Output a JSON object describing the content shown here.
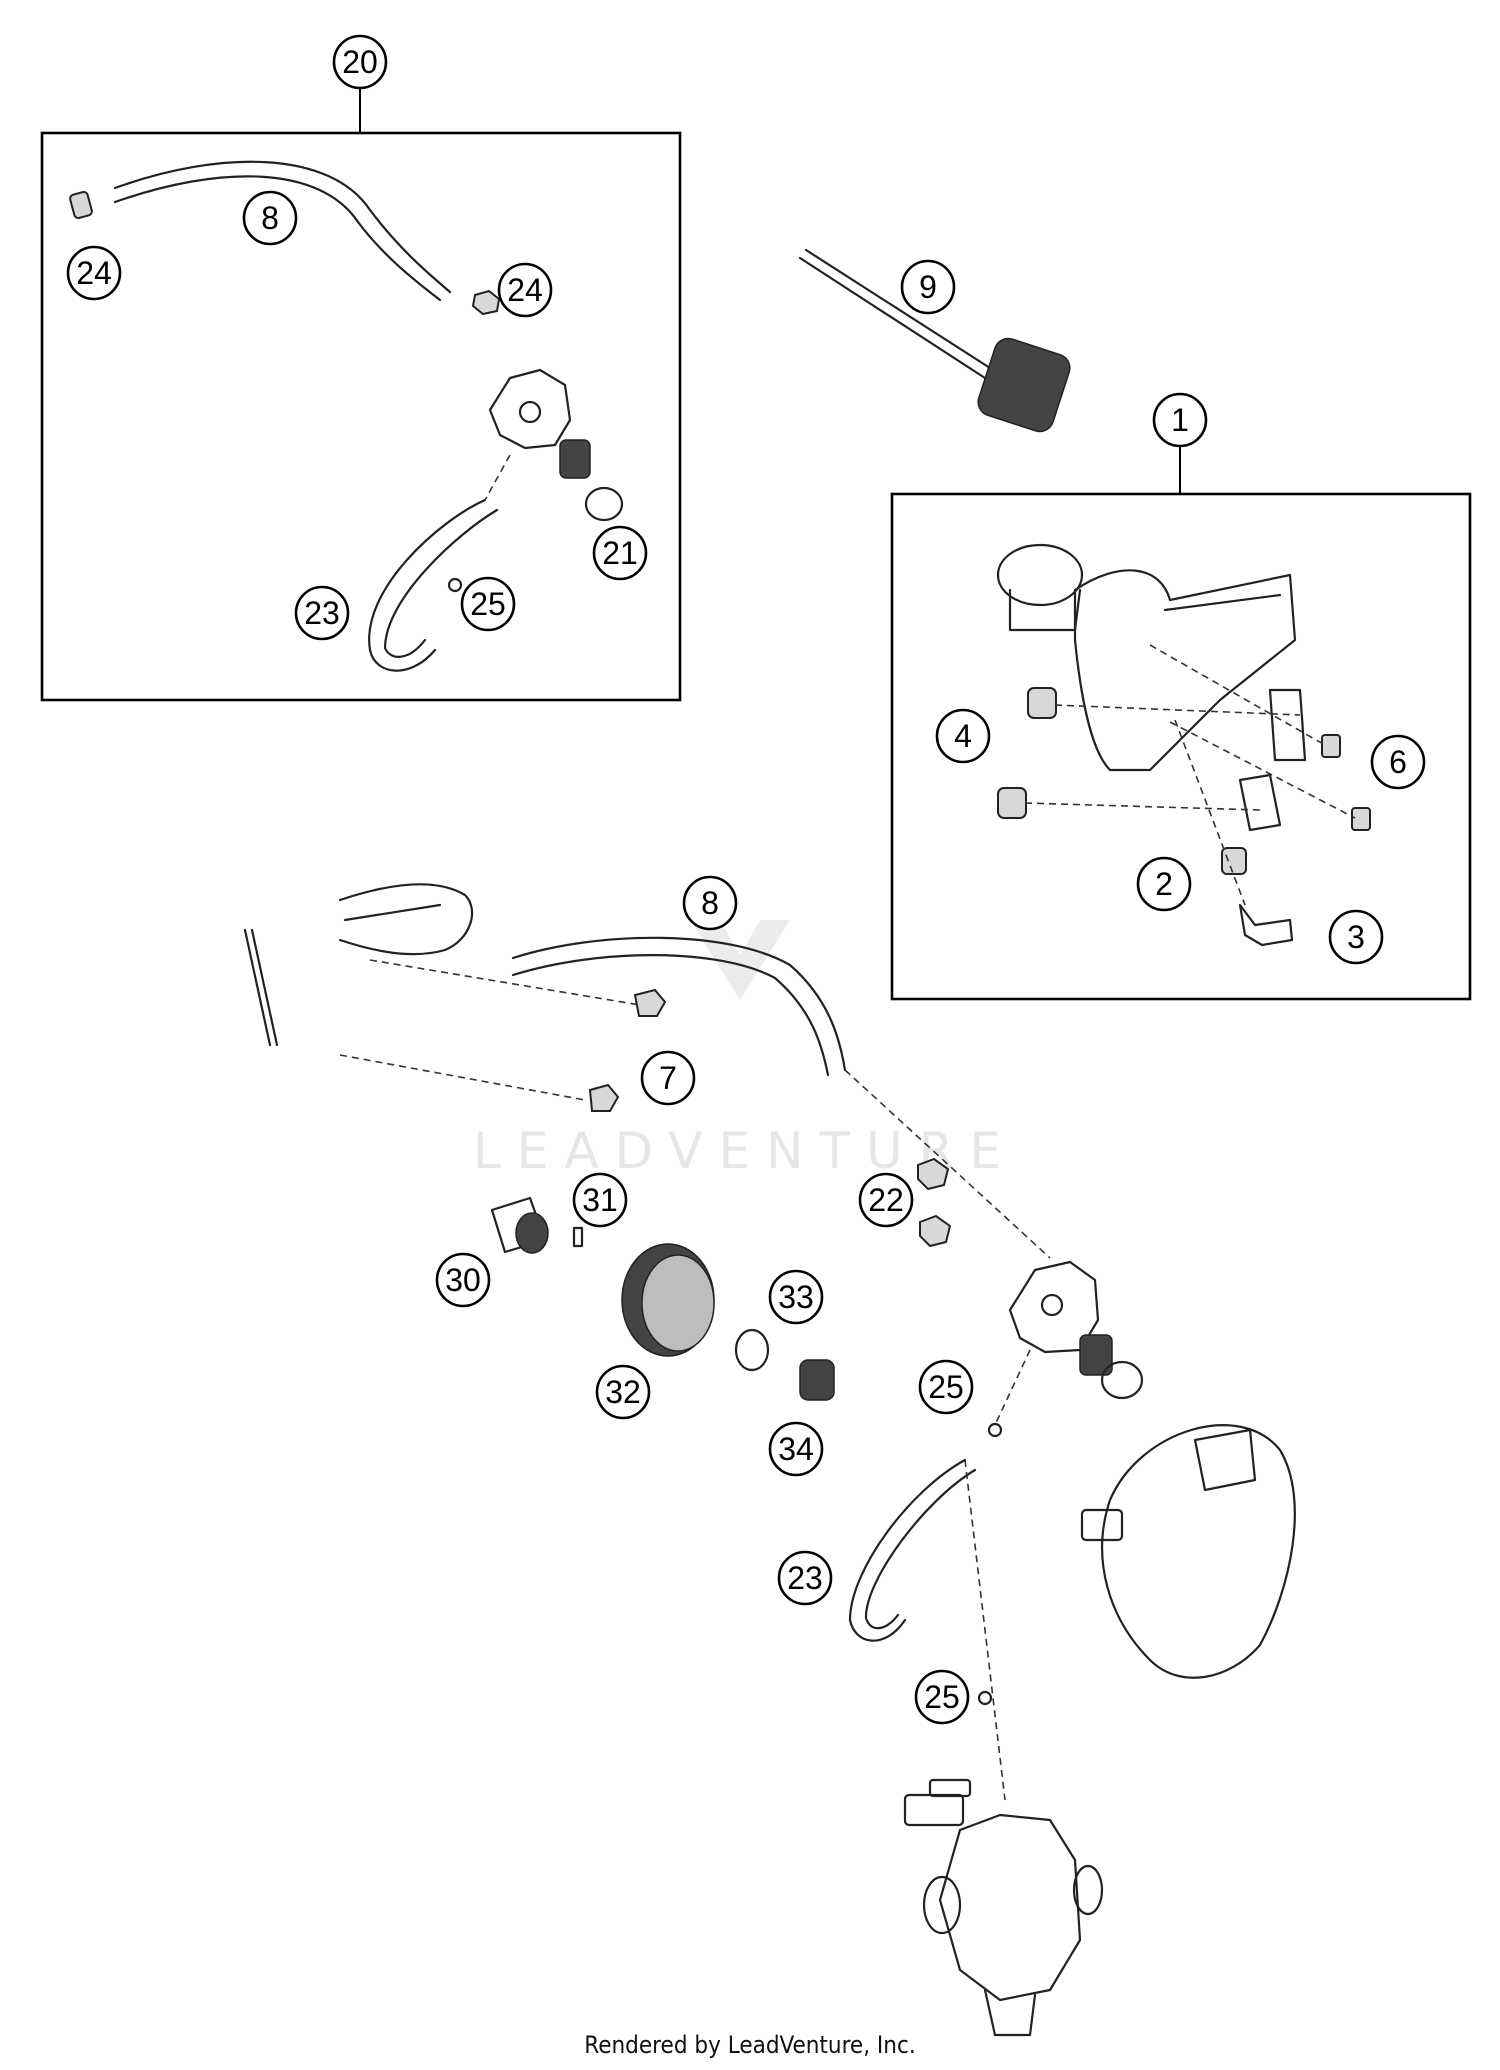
{
  "watermark": "LEADVENTURE",
  "footer": "Rendered by LeadVenture, Inc.",
  "callouts": [
    {
      "id": "c20a",
      "label": "20"
    },
    {
      "id": "c8a",
      "label": "8"
    },
    {
      "id": "c24a",
      "label": "24"
    },
    {
      "id": "c24b",
      "label": "24"
    },
    {
      "id": "c21",
      "label": "21"
    },
    {
      "id": "c23a",
      "label": "23"
    },
    {
      "id": "c25a",
      "label": "25"
    },
    {
      "id": "c9",
      "label": "9"
    },
    {
      "id": "c1",
      "label": "1"
    },
    {
      "id": "c4",
      "label": "4"
    },
    {
      "id": "c6",
      "label": "6"
    },
    {
      "id": "c2",
      "label": "2"
    },
    {
      "id": "c3",
      "label": "3"
    },
    {
      "id": "c8b",
      "label": "8"
    },
    {
      "id": "c7",
      "label": "7"
    },
    {
      "id": "c31",
      "label": "31"
    },
    {
      "id": "c22",
      "label": "22"
    },
    {
      "id": "c30",
      "label": "30"
    },
    {
      "id": "c33",
      "label": "33"
    },
    {
      "id": "c32",
      "label": "32"
    },
    {
      "id": "c25b",
      "label": "25"
    },
    {
      "id": "c34",
      "label": "34"
    },
    {
      "id": "c23b",
      "label": "23"
    },
    {
      "id": "c25c",
      "label": "25"
    }
  ]
}
